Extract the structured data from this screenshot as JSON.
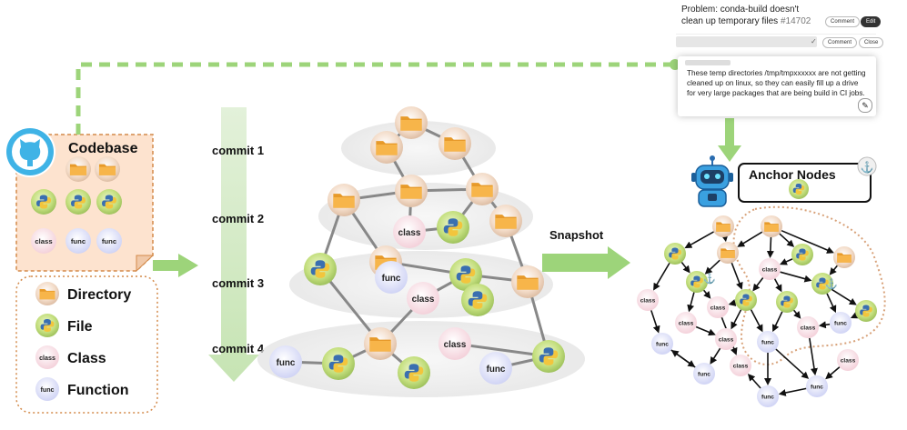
{
  "codebase": {
    "title": "Codebase"
  },
  "legend": {
    "items": [
      {
        "type": "directory",
        "label": "Directory"
      },
      {
        "type": "file",
        "label": "File"
      },
      {
        "type": "class",
        "label": "Class",
        "glyph": "class"
      },
      {
        "type": "function",
        "label": "Function",
        "glyph": "func"
      }
    ]
  },
  "commits": [
    "commit 1",
    "commit 2",
    "commit 3",
    "commit 4"
  ],
  "snapshot_label": "Snapshot",
  "anchor": {
    "title": "Anchor Nodes"
  },
  "node_glyphs": {
    "class": "class",
    "func": "func"
  },
  "issue": {
    "title": "Problem: conda-build doesn't clean up temporary files",
    "number": "#14702",
    "comment_button": "Comment",
    "edit_button": "Edit",
    "comment_button_2": "Comment",
    "close_button": "Close",
    "body": "These temp directories /tmp/tmpxxxxxx are not getting cleaned up on linux, so they can easily fill up a drive for very large packages that are being build in CI jobs."
  },
  "colors": {
    "directory": "#f4a93a",
    "file_bg": "#c7df86",
    "class_bg": "#f6d6de",
    "func_bg": "#d6d9f6",
    "accent_green": "#9dd47a",
    "codebase_bg": "#fde3cf",
    "codebase_border": "#d38a4a"
  }
}
